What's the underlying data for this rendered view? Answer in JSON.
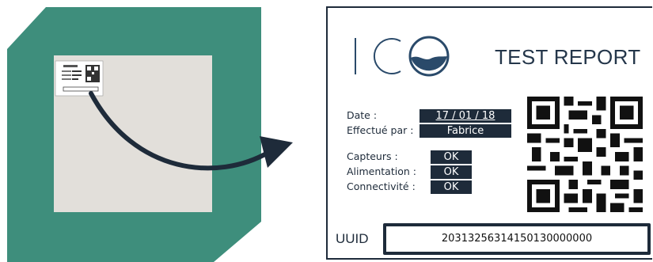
{
  "report": {
    "logo_text": "ICO",
    "title": "TEST REPORT",
    "fields": {
      "date_label": "Date :",
      "date_value": "17 / 01 / 18",
      "by_label": "Effectué par :",
      "by_value": "Fabrice"
    },
    "checks": [
      {
        "label": "Capteurs :",
        "value": "OK"
      },
      {
        "label": "Alimentation :",
        "value": "OK"
      },
      {
        "label": "Connectivité :",
        "value": "OK"
      }
    ],
    "uuid_label": "UUID",
    "uuid_value": "20313256314150130000000",
    "qr_icon": "qr-code-icon"
  },
  "colors": {
    "board_green": "#3e8e7c",
    "chip_gray": "#e2dfda",
    "navy": "#1e2b3a",
    "accent": "#2a4a6a"
  }
}
